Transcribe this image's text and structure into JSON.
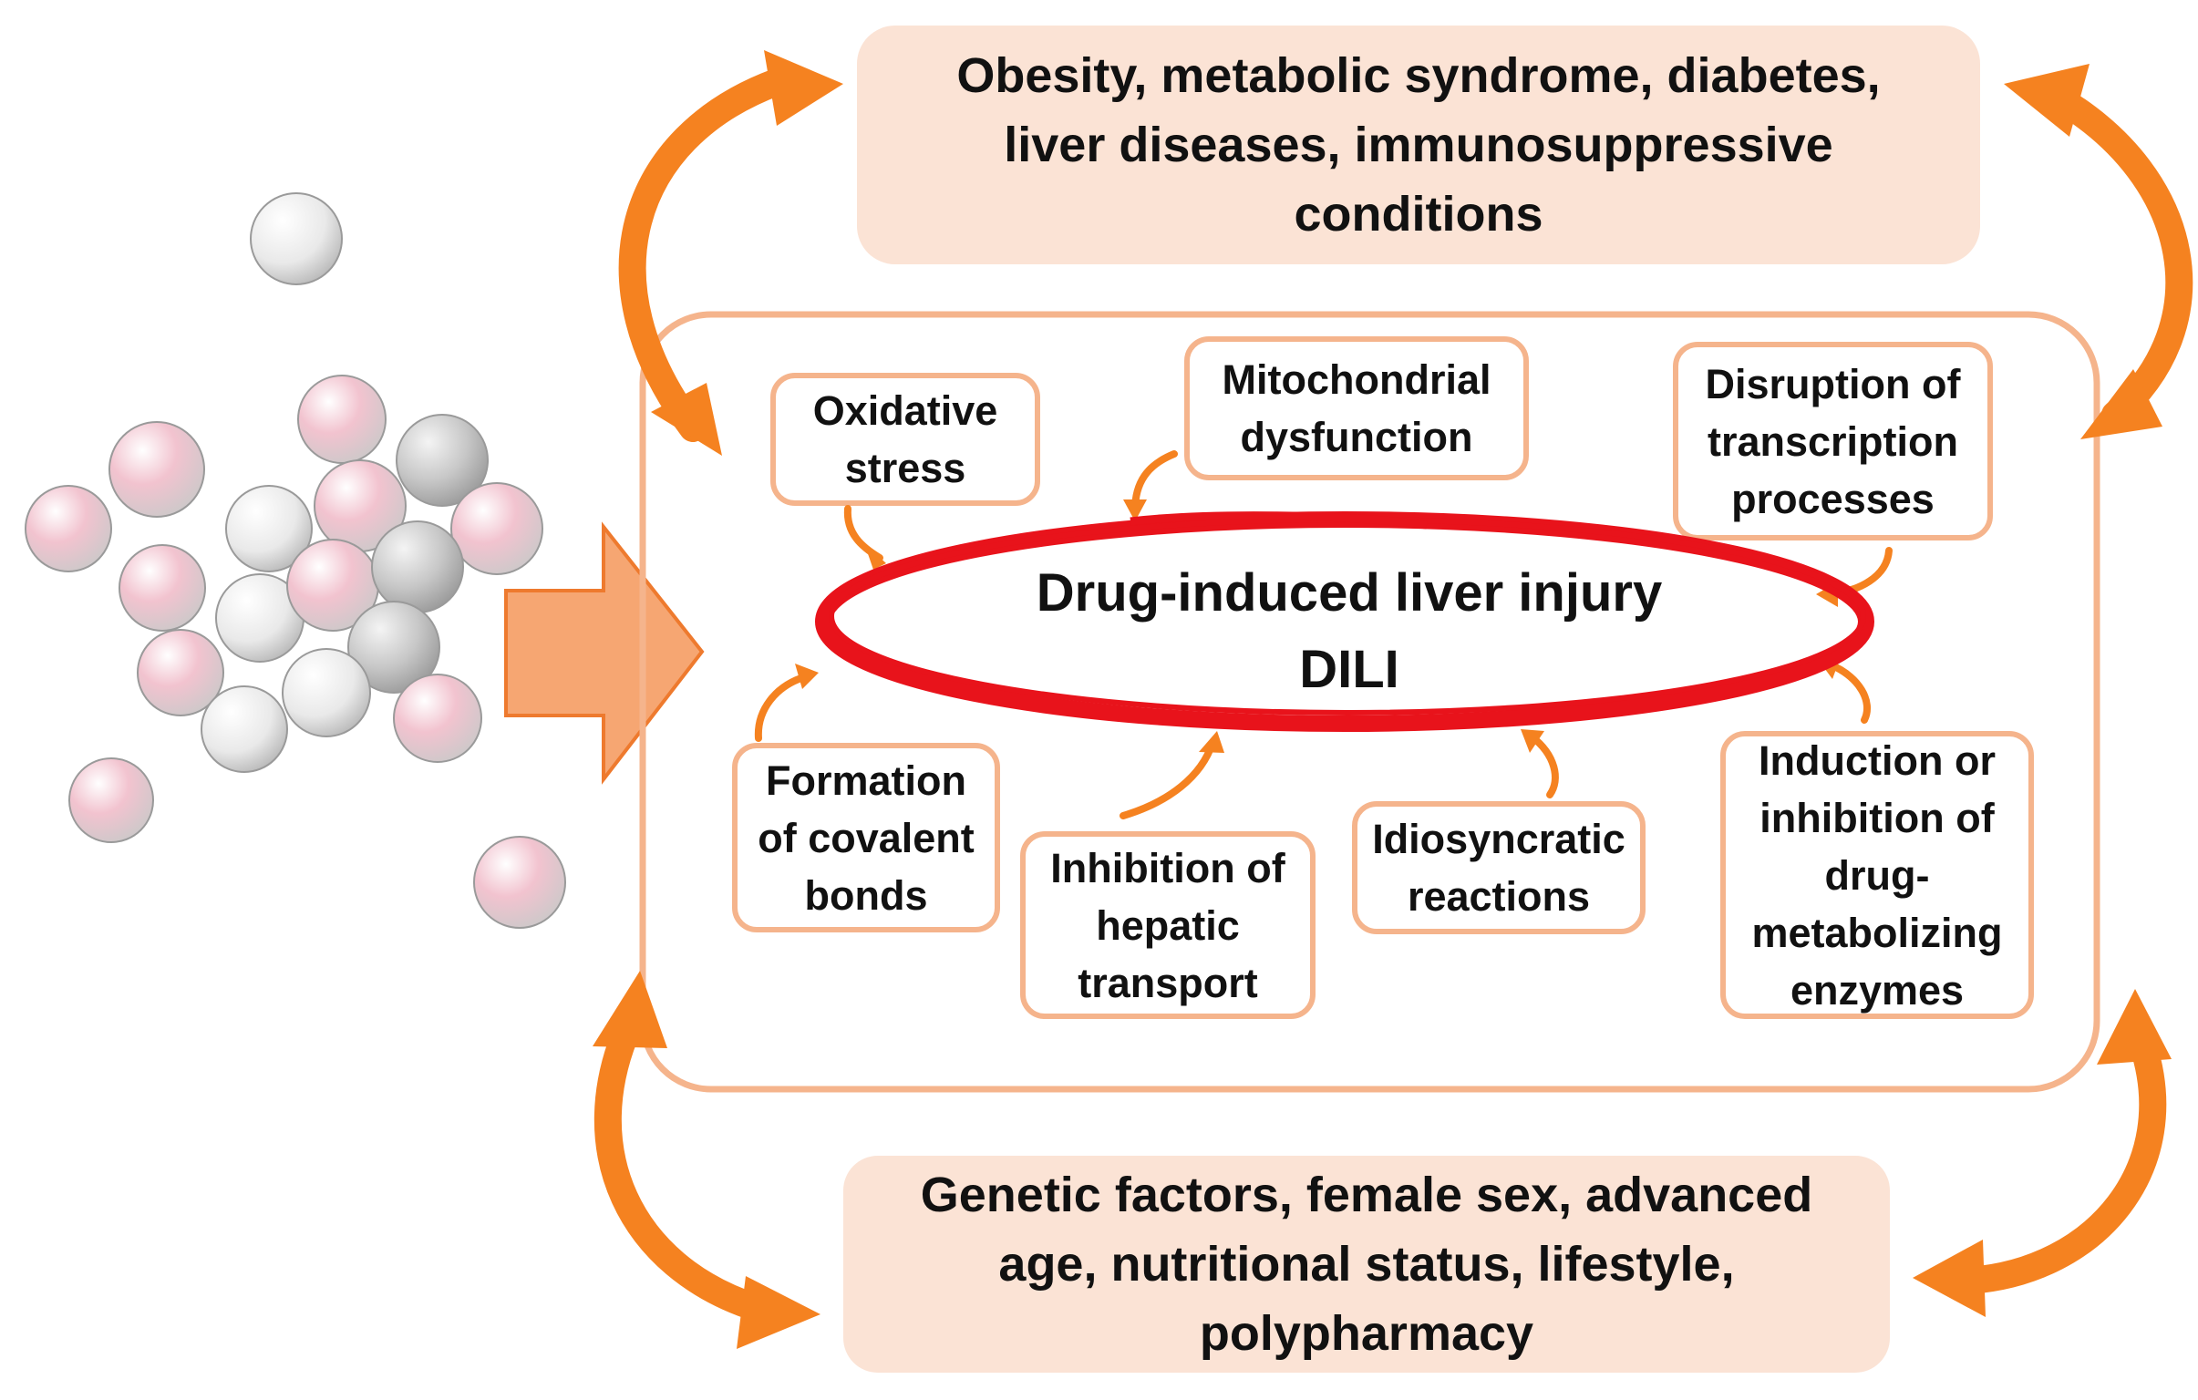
{
  "colors": {
    "accent_orange": "#f58220",
    "light_peach": "#fbe3d5",
    "box_border": "#f5b48c",
    "center_ring": "#e8131b",
    "big_arrow_fill": "#f6a672",
    "big_arrow_stroke": "#ee7a2e"
  },
  "risk_factors": {
    "top": "Obesity, metabolic syndrome, diabetes,\nliver diseases, immunosuppressive\nconditions",
    "bottom": "Genetic factors, female sex, advanced\nage, nutritional status, lifestyle,\npolypharmacy"
  },
  "center": {
    "line1": "Drug-induced liver injury",
    "line2": "DILI"
  },
  "mechanisms": {
    "oxidative_stress": "Oxidative\nstress",
    "mitochondrial_dysfunction": "Mitochondrial\ndysfunction",
    "transcription_disruption": "Disruption of\ntranscription\nprocesses",
    "covalent_bonds": "Formation\nof covalent\nbonds",
    "hepatic_transport": "Inhibition of\nhepatic\ntransport",
    "idiosyncratic": "Idiosyncratic\nreactions",
    "enzyme_modulation": "Induction or\ninhibition of\ndrug-\nmetabolizing\nenzymes"
  },
  "icons": {
    "pills": "pill-cluster-icon",
    "big_arrow": "big-right-arrow-icon",
    "cycle_arrows": "double-headed-curved-arrow-icon",
    "small_arrows": "curved-arrow-icon"
  }
}
